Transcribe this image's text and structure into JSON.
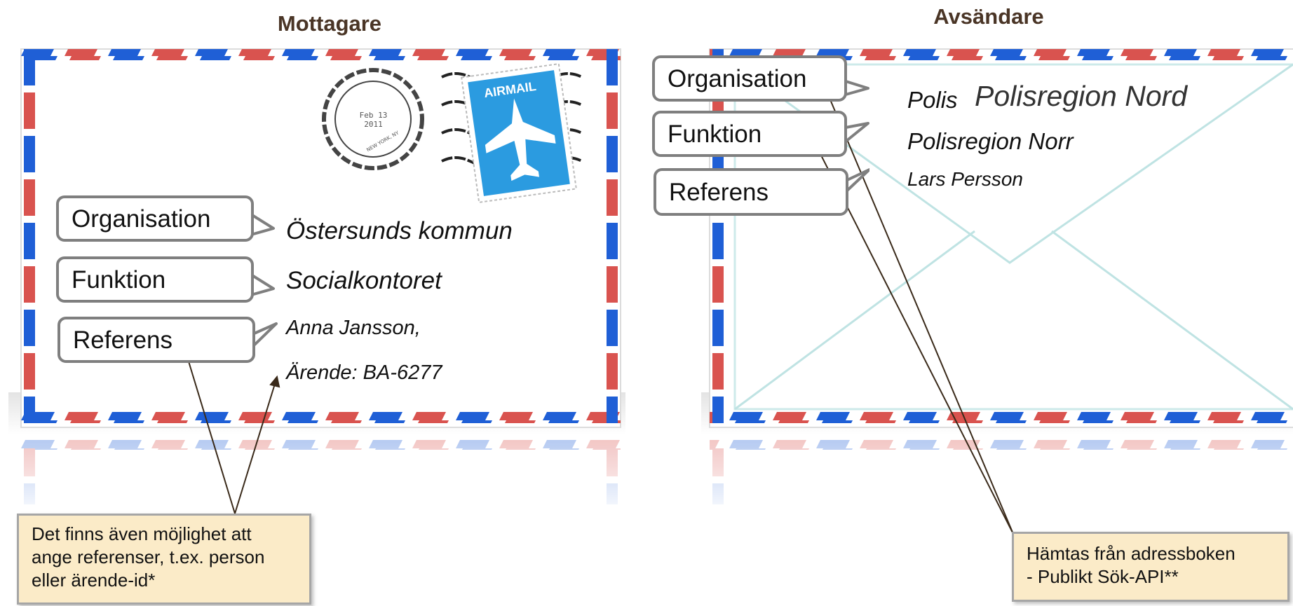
{
  "headings": {
    "recipient": "Mottagare",
    "sender": "Avsändare"
  },
  "recipient": {
    "labels": {
      "organisation": "Organisation",
      "funktion": "Funktion",
      "referens": "Referens"
    },
    "values": {
      "organisation": "Östersunds kommun",
      "funktion": "Socialkontoret",
      "referens_line1": "Anna Jansson,",
      "referens_line2": "Ärende: BA-6277"
    },
    "stamp": {
      "text": "AIRMAIL",
      "postmark_date": "Feb 13",
      "postmark_year": "2011",
      "postmark_city": "NEW YORK, NY"
    }
  },
  "sender": {
    "labels": {
      "organisation": "Organisation",
      "funktion": "Funktion",
      "referens": "Referens"
    },
    "values": {
      "organisation_small": "Polis",
      "organisation_large": "Polisregion Nord",
      "funktion": "Polisregion Norr",
      "referens": "Lars Persson"
    }
  },
  "notes": {
    "recipient_note": "Det finns även möjlighet att ange referenser, t.ex. person eller ärende-id*",
    "sender_note_line1": "Hämtas från adressboken",
    "sender_note_line2": "- Publikt Sök-API**"
  },
  "colors": {
    "stripe_red": "#d9534f",
    "stripe_blue": "#1f5fd6",
    "stamp_blue": "#2b9be0",
    "note_bg": "#fbebc8",
    "heading": "#4a3526"
  }
}
